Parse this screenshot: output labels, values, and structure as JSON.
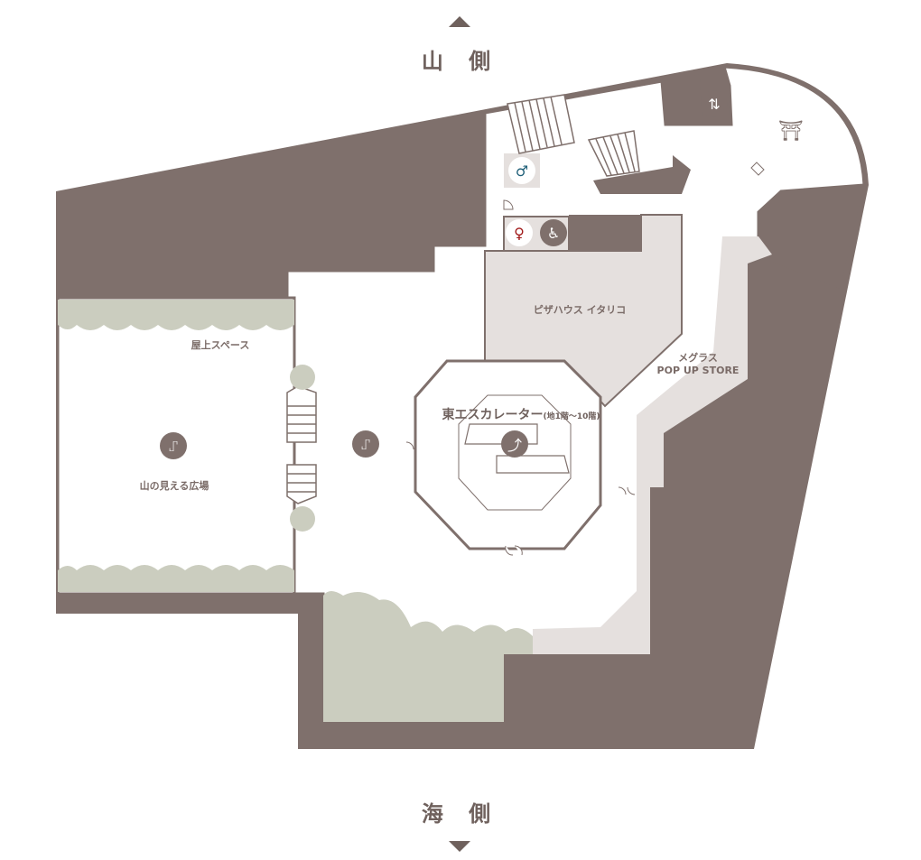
{
  "directions": {
    "north": "山 側",
    "south": "海 側"
  },
  "labels": {
    "rooftop_space": "屋上スペース",
    "mountain_plaza": "山の見える広場",
    "pizza": "ピザハウス イタリコ",
    "megras_1": "メグラス",
    "megras_2": "POP UP STORE",
    "escalator": "東エスカレーター",
    "escalator_floors": "(地1階〜10階)"
  },
  "colors": {
    "wall": "#7f706c",
    "shop": "#e5e0de",
    "green": "#cbcdbf",
    "men": "#1f5f78",
    "women": "#a01818"
  }
}
